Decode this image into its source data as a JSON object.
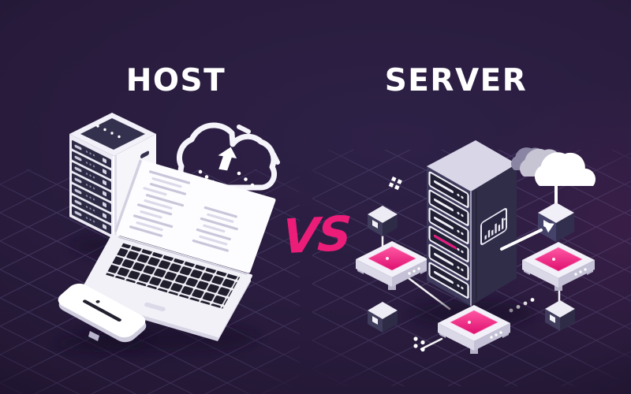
{
  "titles": {
    "host": "HOST",
    "server": "SERVER",
    "versus": "VS"
  },
  "colors": {
    "background": "#281b3c",
    "grid_line": "#7d72a6",
    "accent_magenta": "#ec1d79",
    "chip_pink": "#e8197d",
    "illustration_white": "#f2f0f8",
    "dark_navy": "#34314e"
  },
  "scene": {
    "host_side": {
      "title": "HOST",
      "icons": [
        "server-rack-icon",
        "cloud-upload-icon",
        "laptop-code-icon",
        "tablet-icon"
      ]
    },
    "server_side": {
      "title": "SERVER",
      "icons": [
        "server-tower-icon",
        "clouds-icon",
        "network-chip-icon",
        "network-cube-icon",
        "link-arrow-icon"
      ]
    }
  }
}
